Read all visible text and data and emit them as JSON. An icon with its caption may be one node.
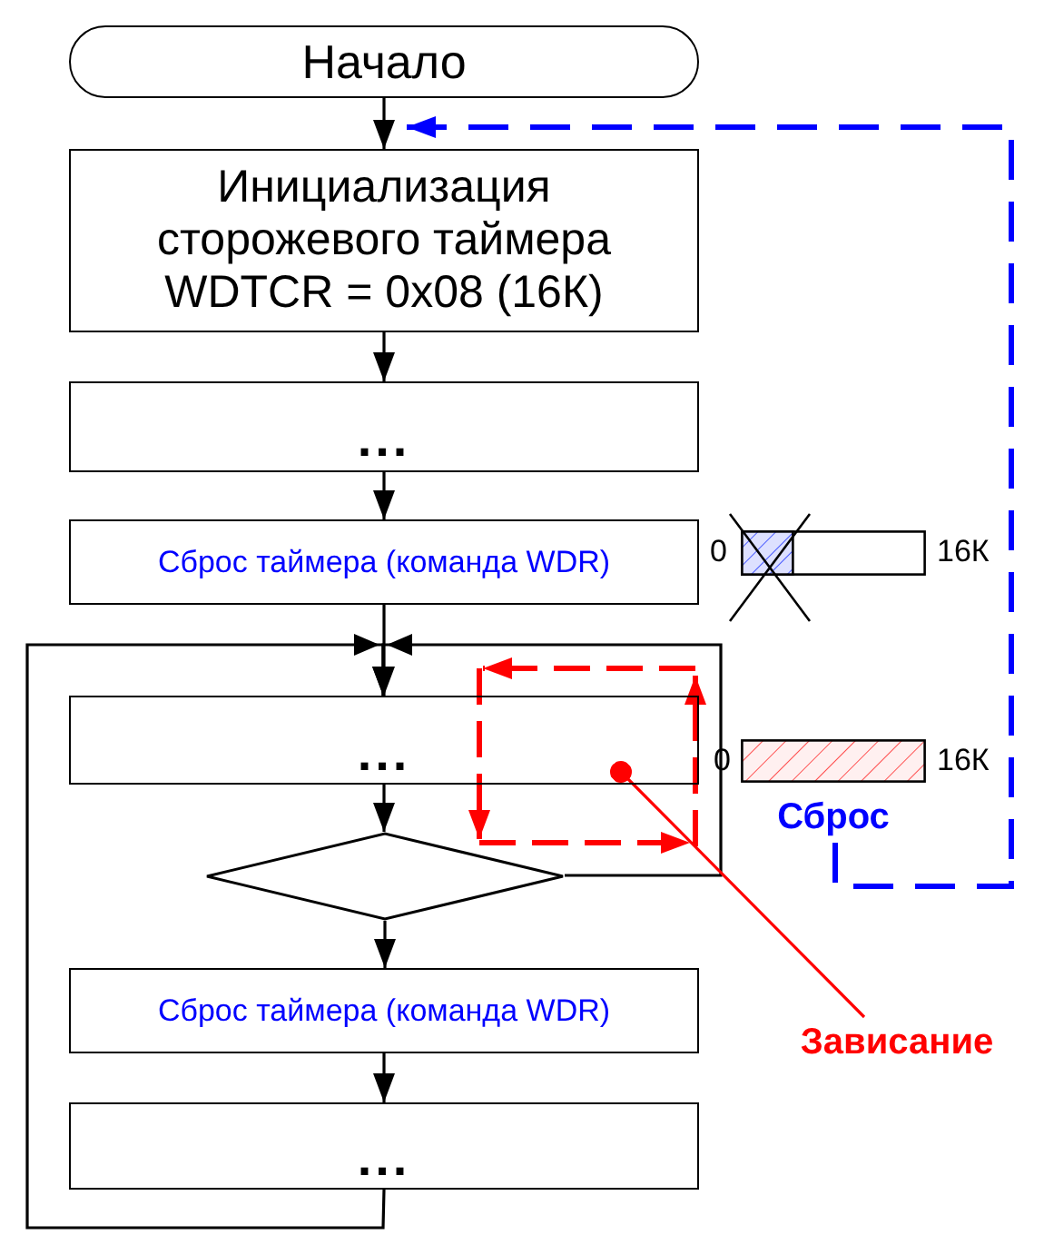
{
  "diagram": {
    "nodes": [
      {
        "text": [
          "Начало"
        ]
      },
      {
        "text": [
          "Инициализация сторожевого таймера WDTCR = 0x08 (16К)"
        ]
      },
      {
        "text": [
          "..."
        ]
      },
      {
        "text": [
          "Сброс таймера (команда WDR)"
        ]
      },
      {
        "text": [
          "..."
        ]
      },
      {
        "text": [],
        "shape": "diamond"
      },
      {
        "text": [
          "Сброс таймера (команда WDR)"
        ]
      },
      {
        "text": [
          "..."
        ]
      },
      {
        "text": [
          "Сброс"
        ]
      },
      {
        "text": [
          "Зависание"
        ]
      },
      {
        "text": [],
        "shape": "bar",
        "beside": [
          "0",
          "16К"
        ]
      },
      {
        "text": [],
        "shape": "bar",
        "beside": [
          "0",
          "16К"
        ]
      }
    ],
    "edges": [
      {
        "from": 0,
        "to": 1,
        "arrow": "to"
      },
      {
        "from": 1,
        "to": 2,
        "arrow": "to"
      },
      {
        "from": 2,
        "to": 3,
        "arrow": "to"
      },
      {
        "from": 3,
        "to": 4,
        "arrow": "to"
      },
      {
        "from": 4,
        "to": 5,
        "arrow": "to"
      },
      {
        "from": 5,
        "to": 6,
        "arrow": "to"
      },
      {
        "from": 6,
        "to": 7,
        "arrow": "to"
      },
      {
        "from": 7,
        "to": 4,
        "arrow": "to"
      },
      {
        "from": 5,
        "to": 4,
        "arrow": "to"
      },
      {
        "from": 8,
        "to": 1,
        "arrow": "to",
        "style": "dashed",
        "color": "#0000ff"
      },
      {
        "from": 9,
        "to": 4,
        "arrow": "other",
        "color": "#ff0000"
      }
    ]
  }
}
